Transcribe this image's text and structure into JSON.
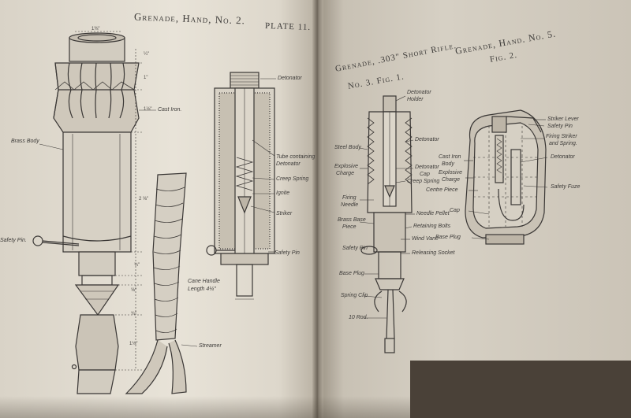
{
  "left_page": {
    "title": "Grenade, Hand, No. 2.",
    "plate": "PLATE 11.",
    "labels": {
      "cast_iron": "Cast Iron.",
      "brass_body": "Brass Body",
      "safety_pin": "Safety Pin.",
      "cane_handle": "Cane Handle",
      "cane_length": "Length 4¼\"",
      "streamer": "Streamer",
      "detonator": "Detonator",
      "tube": "Tube containing",
      "tube2": "Detonator",
      "creep_spring": "Creep Spring",
      "ignite": "Ignite",
      "striker": "Striker",
      "safety_pin_right": "Safety Pin"
    },
    "dims": {
      "top": "1⅜\"",
      "d1": "¼\"",
      "d2": "1\"",
      "d3": "1⅛\"",
      "d4": "2 ⅝\"",
      "d5": "¾\"",
      "d6": "⅝\"",
      "d7": "¾\"",
      "d8": "1⅛\""
    }
  },
  "right_page": {
    "title_a": "Grenade, .303\" Short Rifle.",
    "title_b": "No. 3. Fig. 1.",
    "title_c": "Grenade, Hand. No. 5.",
    "title_d": "Fig. 2.",
    "fig1_labels": {
      "detonator_holder_a": "Detonator",
      "detonator_holder_b": "Holder",
      "detonator": "Detonator",
      "steel_body": "Steel Body",
      "explosive_a": "Explosive",
      "explosive_b": "Charge",
      "detonator_cap_a": "Detonator",
      "detonator_cap_b": "Cap",
      "creep_spring": "Creep Spring",
      "firing_needle_a": "Firing",
      "firing_needle_b": "Needle",
      "brass_base_a": "Brass Base",
      "brass_base_b": "Piece",
      "needle_pellet": "Needle Pellet",
      "retaining_bolts": "Retaining Bolts",
      "wind_vane": "Wind Vane",
      "safety_pin": "Safety Pin",
      "releasing_socket": "Releasing Socket",
      "base_plug": "Base Plug",
      "spring_clip": "Spring Clip",
      "rod": "10 Rod."
    },
    "fig2_labels": {
      "striker_lever": "Striker Lever",
      "safety_pin": "Safety Pin",
      "firing_striker_a": "Firing Striker",
      "firing_striker_b": "and Spring.",
      "detonator": "Detonator",
      "cast_iron_a": "Cast Iron",
      "cast_iron_b": "Body",
      "explosive_a": "Explosive",
      "explosive_b": "Charge",
      "centre_piece": "Centre Piece",
      "safety_fuze": "Safety Fuze",
      "cap": "Cap",
      "base_plug": "Base Plug"
    }
  }
}
